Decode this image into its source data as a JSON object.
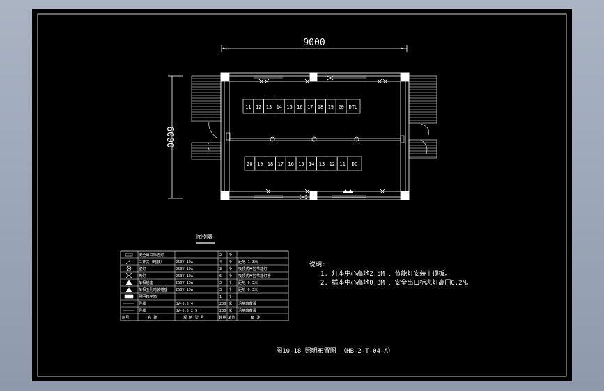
{
  "drawing": {
    "dim_width": "9000",
    "dim_height": "6000",
    "panels_top": [
      "11",
      "12",
      "13",
      "14",
      "15",
      "16",
      "17",
      "18",
      "19",
      "20",
      "DTU"
    ],
    "panels_bottom": [
      "20",
      "19",
      "18",
      "17",
      "16",
      "15",
      "14",
      "13",
      "12",
      "11",
      "DC"
    ]
  },
  "legend": {
    "title": "图例表",
    "rows": [
      {
        "name": "安全出口标志灯",
        "spec": "",
        "qty": "2",
        "unit": "个",
        "note": ""
      },
      {
        "name": "三开关（暗装）",
        "spec": "250V 10A",
        "qty": "4",
        "unit": "个",
        "note": "距地 1.3米"
      },
      {
        "name": "壁灯",
        "spec": "250V 10A",
        "qty": "3",
        "unit": "个",
        "note": "吸顶式声控节能灯"
      },
      {
        "name": "筒灯",
        "spec": "250V 10A",
        "qty": "6",
        "unit": "个",
        "note": "吸顶式声控节能灯管"
      },
      {
        "name": "单相插座",
        "spec": "250V 10A",
        "qty": "3",
        "unit": "个",
        "note": "距地 0.3米"
      },
      {
        "name": "单相五孔暗装插座",
        "spec": "250V 10A",
        "qty": "3",
        "unit": "个",
        "note": "距地 0.3米"
      },
      {
        "name": "照明箱子箱",
        "spec": "",
        "qty": "1",
        "unit": "个",
        "note": ""
      },
      {
        "name": "导线",
        "spec": "BV-0.5 4",
        "qty": "200",
        "unit": "米",
        "note": "沿墙暗敷设"
      },
      {
        "name": "导线",
        "spec": "BV-0.5 2.5",
        "qty": "200",
        "unit": "米",
        "note": "沿墙暗敷设"
      }
    ],
    "header": {
      "no": "序号",
      "name": "名 称",
      "spec": "规 格 型 号",
      "qty": "数量",
      "unit": "单位",
      "note": "备 注"
    }
  },
  "notes": {
    "title": "说明:",
    "line1": "1. 灯座中心高地2.5M 、节能灯安装于顶板。",
    "line2": "2. 插座中心高地0.3M 、安全出口标志灯高门0.2M。"
  },
  "caption": "图10-18 照明布置图 （HB-2-T-04-A）",
  "colors": {
    "line": "#ffffff",
    "background": "#000000",
    "frame": "#0a0a0a"
  }
}
